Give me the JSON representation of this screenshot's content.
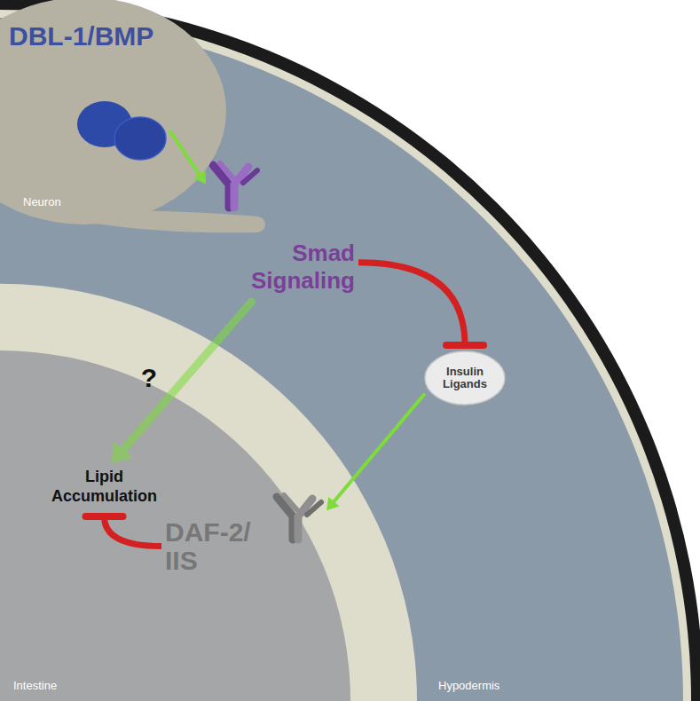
{
  "diagram": {
    "nodes": [
      {
        "text": [
          "Hypodermis"
        ]
      },
      {
        "text": [
          "Neuron"
        ]
      },
      {
        "text": [
          "DBL-1/BMP"
        ],
        "in": 1
      },
      {
        "text": [
          "Smad Signaling"
        ],
        "in": 0
      },
      {
        "text": [
          "Insulin Ligands"
        ],
        "in": 0
      },
      {
        "text": [
          "Intestine"
        ]
      },
      {
        "text": [
          "Lipid Accumulation"
        ],
        "in": 5
      },
      {
        "text": [
          "DAF-2/ IIS"
        ],
        "in": 5
      }
    ],
    "edges": [
      {
        "from": 2,
        "to": 3,
        "arrow": "to"
      },
      {
        "from": 3,
        "to": 6,
        "label": "?",
        "arrow": "to"
      },
      {
        "from": 3,
        "to": 4,
        "arrow": "to"
      },
      {
        "from": 4,
        "to": 7,
        "arrow": "to"
      },
      {
        "from": 7,
        "to": 6,
        "arrow": "to"
      }
    ]
  }
}
